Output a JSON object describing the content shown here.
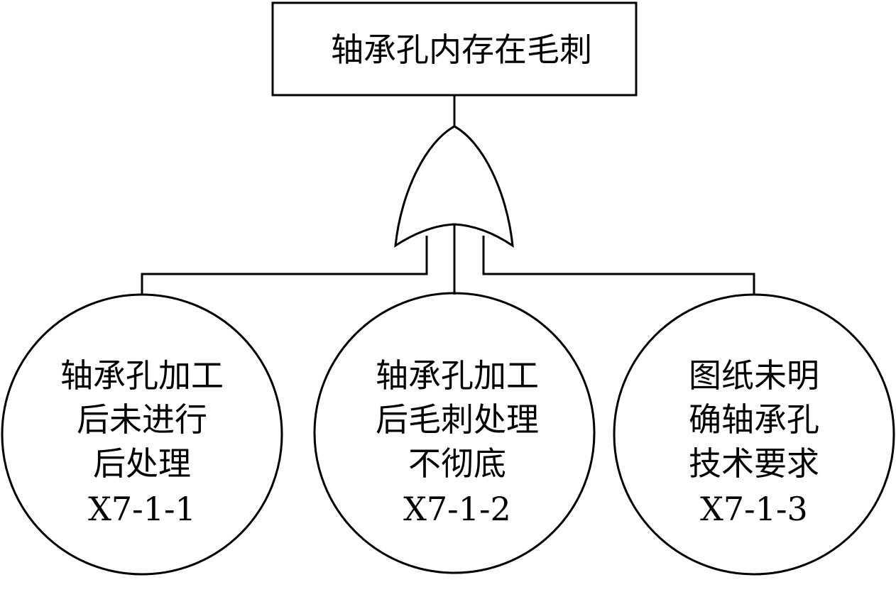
{
  "top_event": {
    "label": "轴承孔内存在毛刺"
  },
  "gate": {
    "type": "OR"
  },
  "basic_events": [
    {
      "lines": [
        "轴承孔加工",
        "后未进行",
        "后处理"
      ],
      "code": "X7-1-1"
    },
    {
      "lines": [
        "轴承孔加工",
        "后毛刺处理",
        "不彻底"
      ],
      "code": "X7-1-2"
    },
    {
      "lines": [
        "图纸未明",
        "确轴承孔",
        "技术要求"
      ],
      "code": "X7-1-3"
    }
  ]
}
